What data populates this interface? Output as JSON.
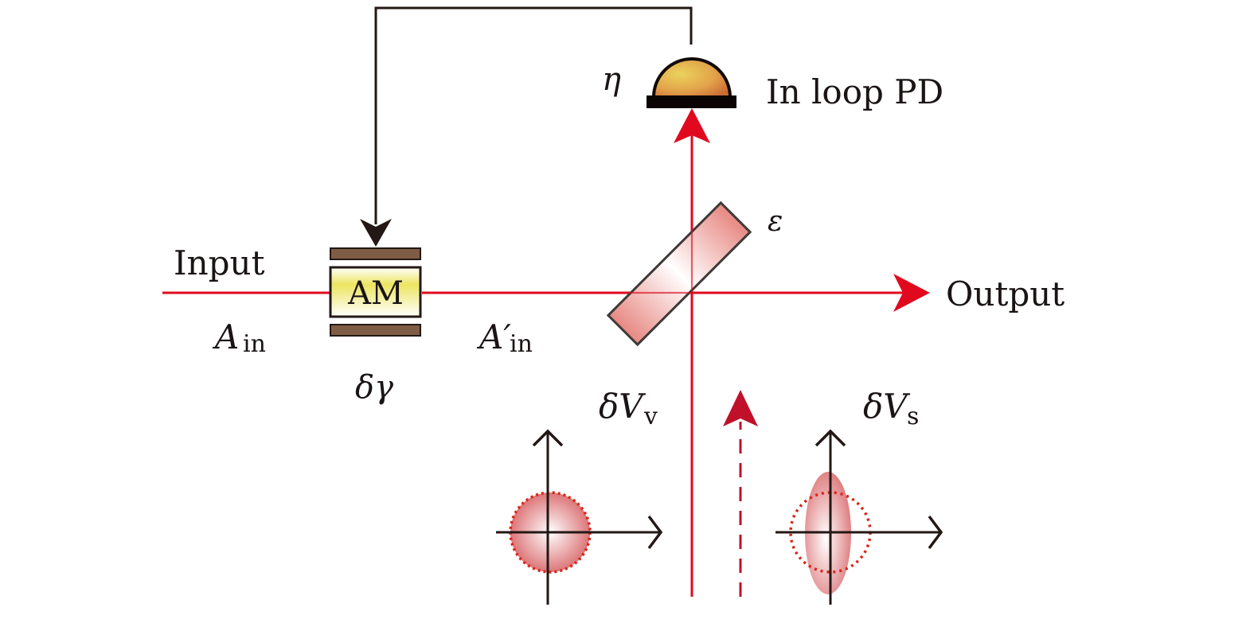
{
  "labels": {
    "input": "Input",
    "output": "Output",
    "photodetector": "In loop PD",
    "modulator": "AM",
    "efficiency": "η",
    "splitter_ratio": "ε",
    "feedback_noise": "δγ",
    "input_field_main": "A",
    "input_field_sub": "in",
    "modulated_field_main": "A′",
    "modulated_field_sub": "in",
    "vacuum_noise_main": "δV",
    "vacuum_noise_sub": "v",
    "squeezed_noise_main": "δV",
    "squeezed_noise_sub": "s"
  },
  "colors": {
    "beam": "#e0091e",
    "beam_dashed": "#c0102a",
    "wire": "#231815",
    "modulator_plate": "#7f5c45",
    "modulator_fill": "#f0ea78",
    "detector_fill": "#e3a548",
    "splitter_fill": "#e88a86",
    "phase_space_fill": "#dd7070",
    "phase_space_dotted": "#d8261a"
  }
}
